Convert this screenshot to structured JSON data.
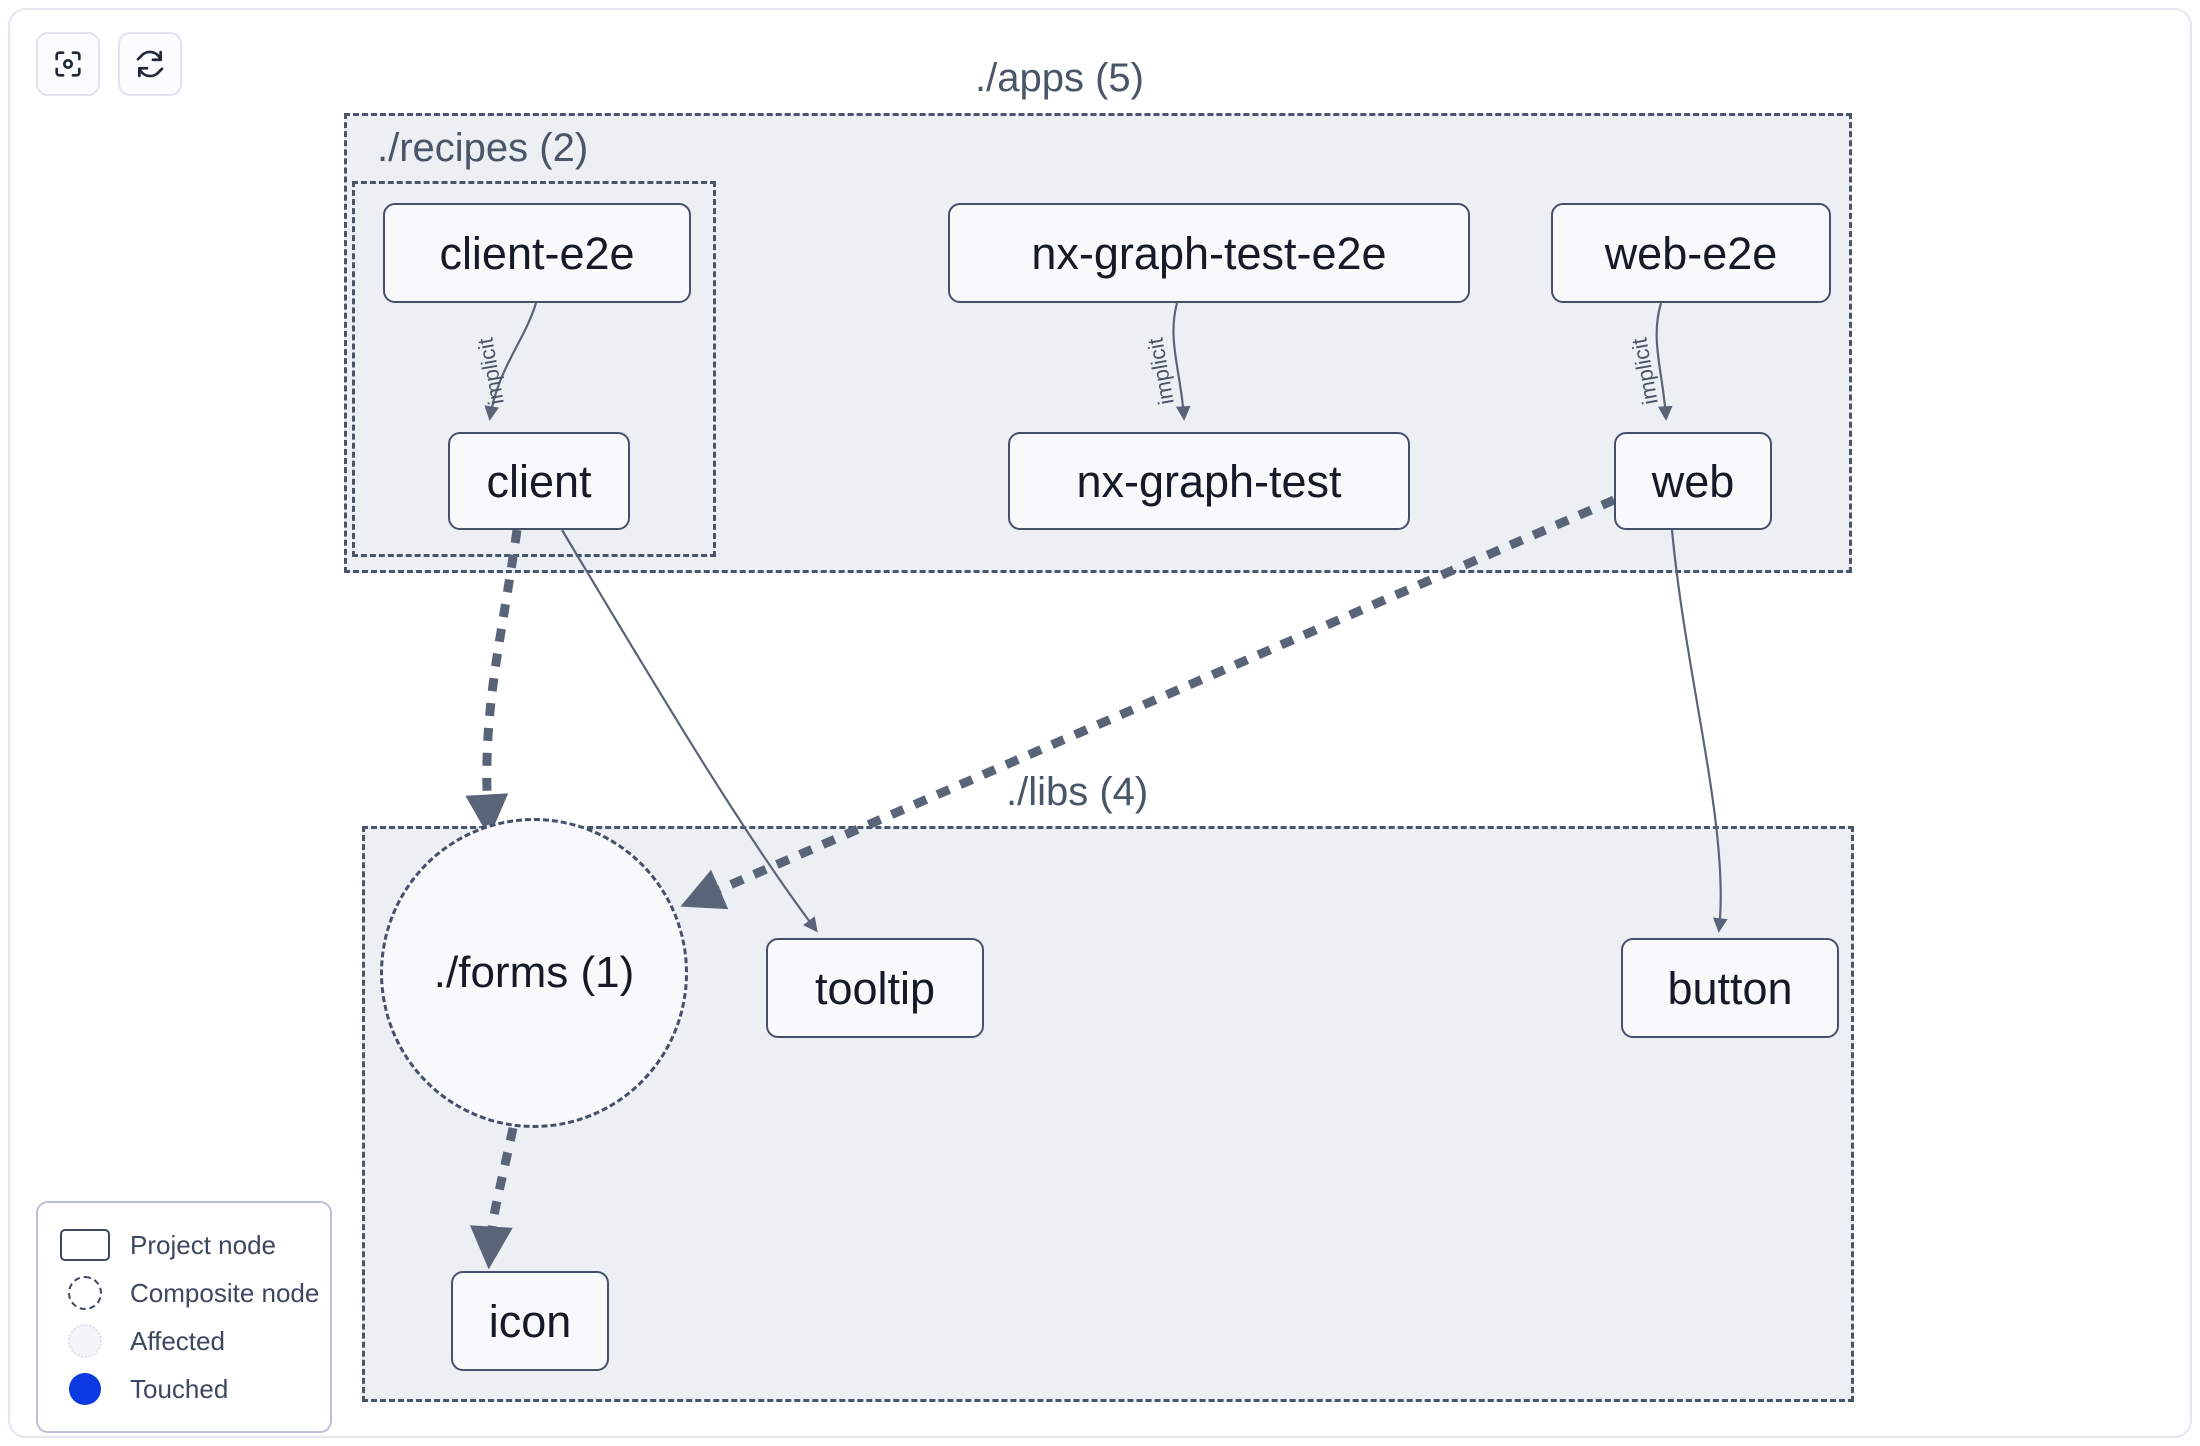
{
  "toolbar": {
    "buttons": [
      {
        "name": "focus-graph-button",
        "icon": "focus-target-icon",
        "label": "Focus graph"
      },
      {
        "name": "refresh-graph-button",
        "icon": "refresh-icon",
        "label": "Refresh graph"
      }
    ]
  },
  "graph": {
    "groups": [
      {
        "id": "apps",
        "label": "./apps (5)",
        "count": 5
      },
      {
        "id": "recipes",
        "label": "./recipes (2)",
        "count": 2
      },
      {
        "id": "libs",
        "label": "./libs (4)",
        "count": 4
      }
    ],
    "nodes": [
      {
        "id": "client-e2e",
        "label": "client-e2e",
        "type": "project",
        "group": "recipes"
      },
      {
        "id": "client",
        "label": "client",
        "type": "project",
        "group": "recipes"
      },
      {
        "id": "nx-graph-test-e2e",
        "label": "nx-graph-test-e2e",
        "type": "project",
        "group": "apps"
      },
      {
        "id": "nx-graph-test",
        "label": "nx-graph-test",
        "type": "project",
        "group": "apps"
      },
      {
        "id": "web-e2e",
        "label": "web-e2e",
        "type": "project",
        "group": "apps"
      },
      {
        "id": "web",
        "label": "web",
        "type": "project",
        "group": "apps"
      },
      {
        "id": "forms",
        "label": "./forms (1)",
        "type": "composite",
        "group": "libs"
      },
      {
        "id": "tooltip",
        "label": "tooltip",
        "type": "project",
        "group": "libs"
      },
      {
        "id": "button",
        "label": "button",
        "type": "project",
        "group": "libs"
      },
      {
        "id": "icon",
        "label": "icon",
        "type": "project",
        "group": "libs"
      }
    ],
    "edges": [
      {
        "from": "client-e2e",
        "to": "client",
        "label": "implicit",
        "style": "thin-solid"
      },
      {
        "from": "nx-graph-test-e2e",
        "to": "nx-graph-test",
        "label": "implicit",
        "style": "thin-solid"
      },
      {
        "from": "web-e2e",
        "to": "web",
        "label": "implicit",
        "style": "thin-solid"
      },
      {
        "from": "client",
        "to": "forms",
        "label": "",
        "style": "thick-dashed"
      },
      {
        "from": "client",
        "to": "tooltip",
        "label": "",
        "style": "thin-solid"
      },
      {
        "from": "web",
        "to": "forms",
        "label": "",
        "style": "thick-dashed"
      },
      {
        "from": "web",
        "to": "button",
        "label": "",
        "style": "thin-solid"
      },
      {
        "from": "forms",
        "to": "icon",
        "label": "",
        "style": "thick-dashed"
      }
    ]
  },
  "legend": {
    "items": [
      {
        "id": "project-node",
        "label": "Project node"
      },
      {
        "id": "composite-node",
        "label": "Composite node"
      },
      {
        "id": "affected",
        "label": "Affected"
      },
      {
        "id": "touched",
        "label": "Touched"
      }
    ]
  },
  "colors": {
    "group_fill": "#ecf0f5",
    "group_border": "#4a5568",
    "node_fill": "#f7f9fb",
    "node_border": "#46506b",
    "node_text": "#141a26",
    "edge": "#5a6478",
    "touched": "#0a3ae0",
    "panel_border": "#e3e6f0"
  }
}
